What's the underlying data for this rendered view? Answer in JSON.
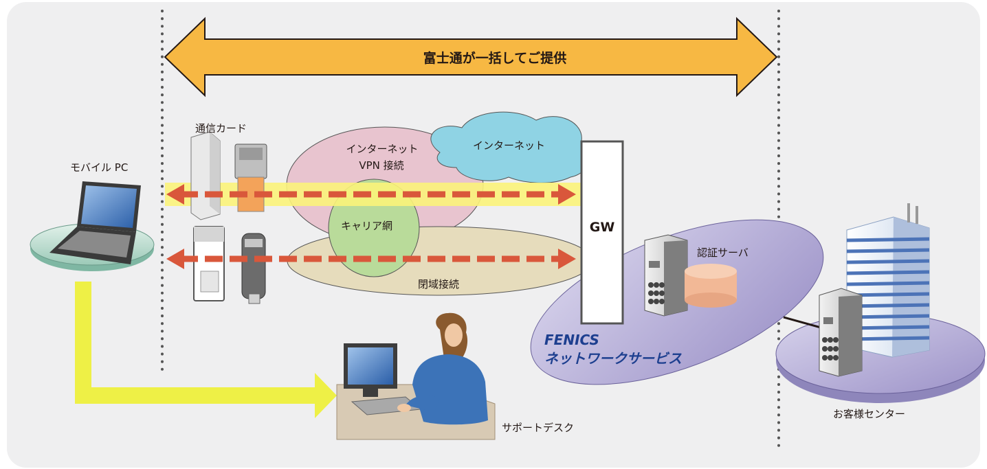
{
  "banner": {
    "label": "富士通が一括してご提供"
  },
  "labels": {
    "mobile_pc": "モバイル PC",
    "comm_card": "通信カード",
    "internet_vpn": [
      "インターネット",
      "VPN 接続"
    ],
    "internet": "インターネット",
    "carrier": "キャリア網",
    "closed": "閉域接続",
    "gw": "GW",
    "auth_server": "認証サーバ",
    "fenics": [
      "FENICS",
      "ネットワークサービス"
    ],
    "support_desk": "サポートデスク",
    "customer_center": "お客様センター"
  },
  "colors": {
    "background": "#efeff0",
    "banner_arrow": "#f7b843",
    "highlight_band": "#fbf37a",
    "dashed_arrow": "#d9573b",
    "support_arrow": "#eef046",
    "vpn_cloud": "#e8c4cf",
    "internet_cloud": "#8fd3e4",
    "carrier_cloud": "#b9db9a",
    "closed_cloud": "#e6dcbc",
    "fenics_ellipse": "#b8b1d8",
    "fenics_text": "#1d3f8f"
  }
}
